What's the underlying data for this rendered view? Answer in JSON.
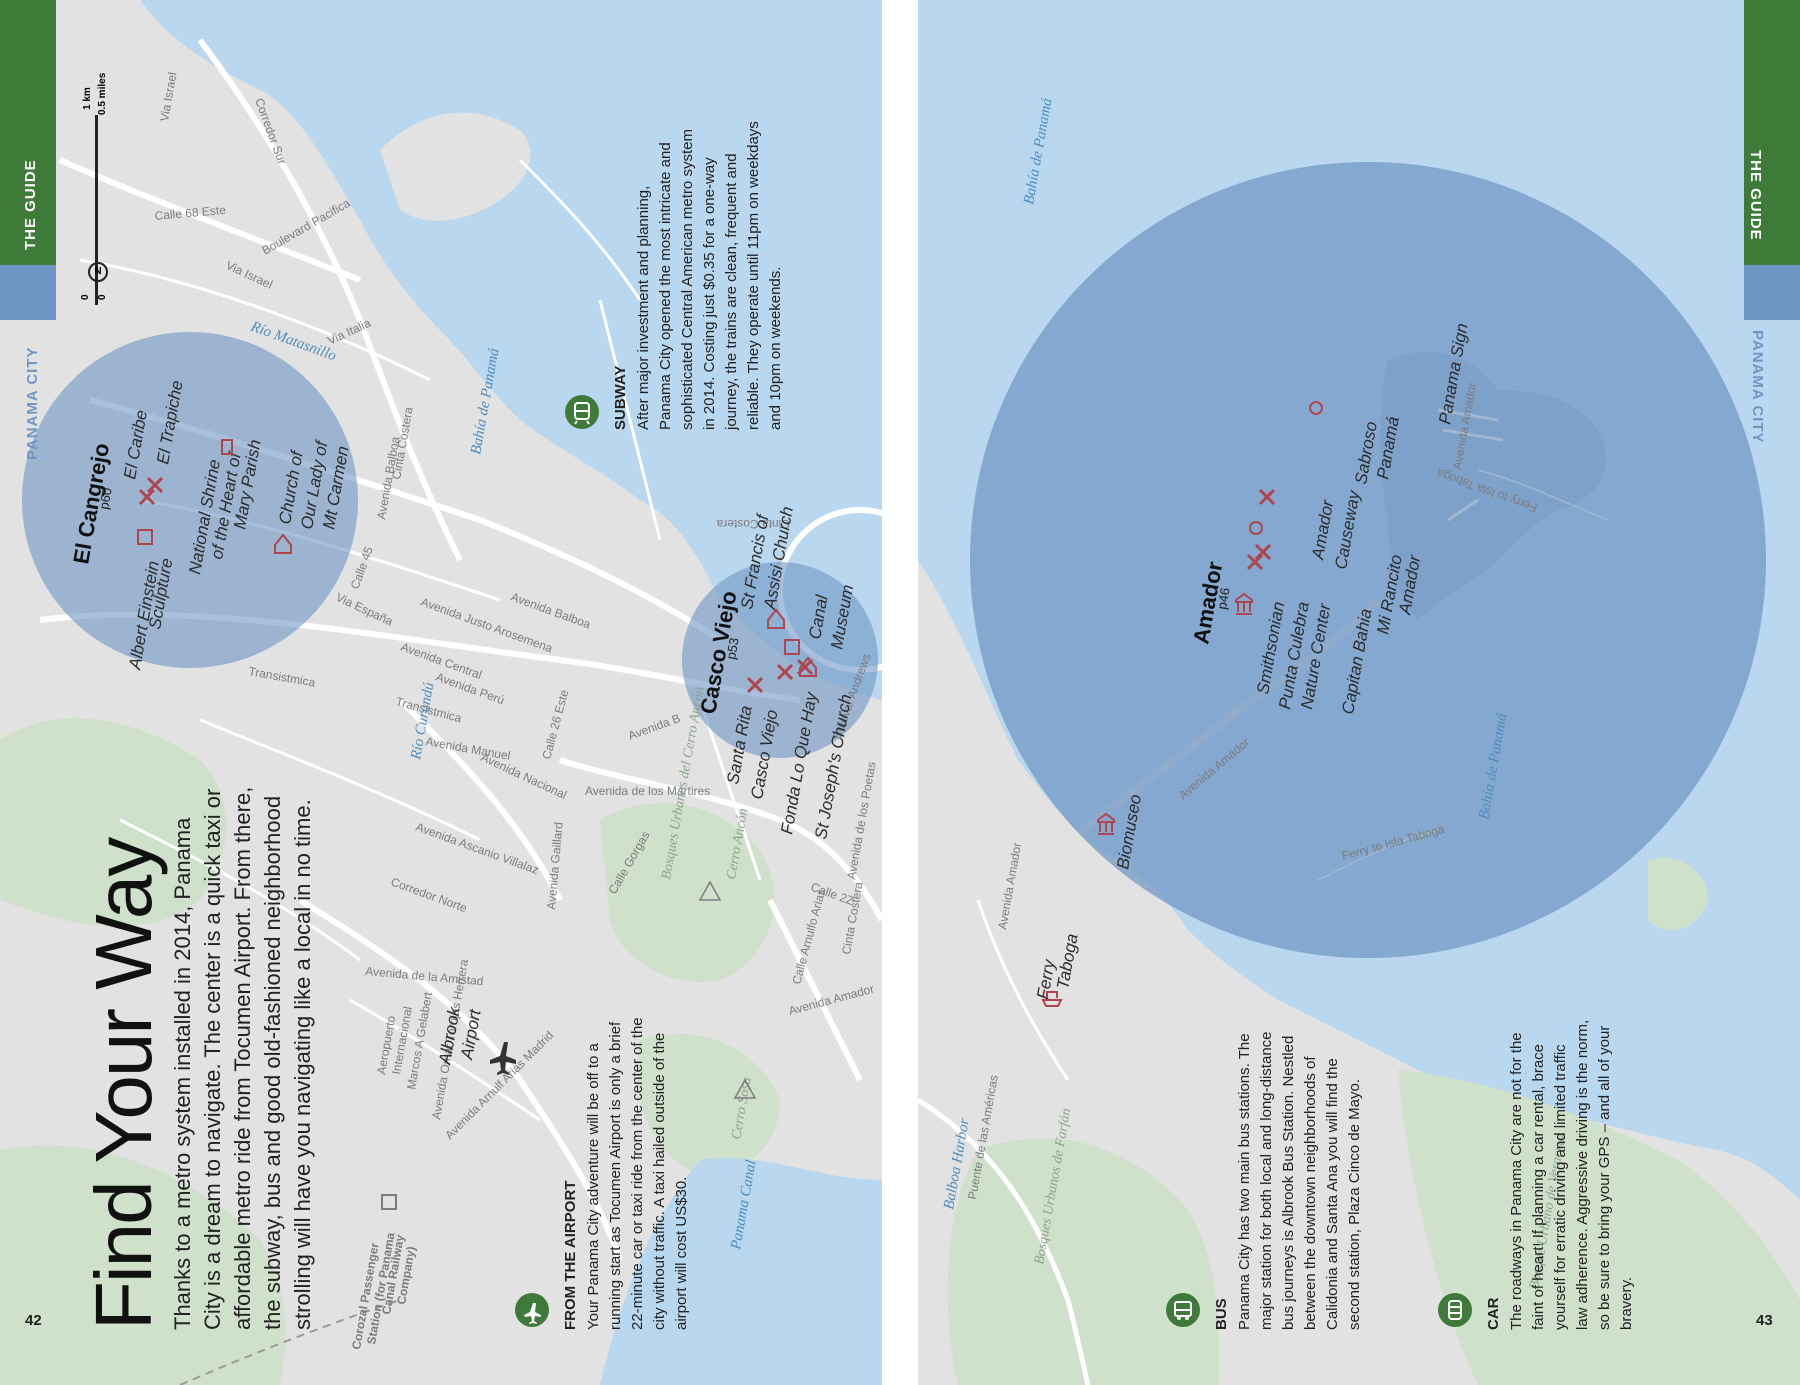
{
  "colors": {
    "water": "#b9d7ee",
    "land": "#e2e2e2",
    "park": "#cfe0cb",
    "road": "#ffffff",
    "circle": "#6f96c4",
    "green": "#3e7a38",
    "poi_icon": "#b0454d"
  },
  "left": {
    "section_tab": "THE GUIDE",
    "city_tab": "PANAMA CITY",
    "page_number": "42",
    "title": "Find Your Way",
    "intro_lines": [
      "Thanks to a metro system installed in 2014, Panama",
      "City is a dream to navigate. The center is a quick taxi or",
      "affordable metro ride from Tocumen Airport. From there,",
      "the subway, bus and good old-fashioned neighborhood",
      "strolling will have you navigating like a local in no time."
    ],
    "scale": {
      "km": "1 km",
      "miles": "0.5 miles",
      "zero1": "0",
      "zero2": "0",
      "north": "N"
    },
    "airport": {
      "icon": "plane-icon",
      "heading": "FROM THE AIRPORT",
      "lines": [
        "Your Panama City adventure will be off to a",
        "running start as Tocumen Airport is only a brief",
        "22-minute car or taxi ride from the center of the",
        "city without traffic. A taxi hailed outside of the",
        "airport will cost US$30."
      ]
    },
    "subway": {
      "icon": "train-icon",
      "heading": "SUBWAY",
      "lines": [
        "After major investment and planning,",
        "Panama City opened the most intricate and",
        "sophisticated Central American metro system",
        "in 2014. Costing just $0.35 for a one-way",
        "journey, the trains are clean, frequent and",
        "reliable. They operate until 11pm on weekdays",
        "and 10pm on weekends."
      ]
    },
    "neighborhoods": [
      {
        "name": "El Cangrejo",
        "page": "p60"
      },
      {
        "name": "Casco Viejo",
        "page": "p53"
      }
    ],
    "pois": {
      "einstein": [
        "Albert Einstein",
        "Sculpture"
      ],
      "caribe": "El Caribe",
      "trapiche": "El Trapiche",
      "shrine": [
        "National Shrine",
        "of the Heart of",
        "Mary Parish"
      ],
      "carmen": [
        "Church of",
        "Our Lady of",
        "Mt Carmen"
      ],
      "santa_rita": "Santa Rita",
      "casco_viejo": "Casco Viejo",
      "fonda": "Fonda Lo Que Hay",
      "st_joseph": "St Joseph's Church",
      "st_francis": [
        "St Francis of",
        "Assisi Church"
      ],
      "canal_museum": [
        "Canal",
        "Museum"
      ],
      "albrook": [
        "Albrook",
        "Airport"
      ],
      "aeropuerto": [
        "Aeropuerto",
        "Internacional",
        "Marcos A Gelabert"
      ],
      "corozal": [
        "Corozal Passenger",
        "Station (for Panama",
        "Canal Railway",
        "Company)"
      ]
    },
    "streets": [
      "Corredor Sur",
      "Via Israel",
      "Calle 68 Este",
      "Boulevard Pacifica",
      "Via Israel",
      "Via Italia",
      "Avenida Balboa",
      "Cinta Costera",
      "Calle 45",
      "Via España",
      "Avenida Justo Arosemena",
      "Avenida Balboa",
      "Transistmica",
      "Avenida Central",
      "Avenida Perú",
      "Transistmica",
      "Calle 26 Este",
      "Avenida Manuel",
      "Avenida Nacional",
      "Avenida B",
      "Avenida de los Mártires",
      "Avenida Ascanio Villalaz",
      "Corredor Norte",
      "Avenida Gaillard",
      "Calle Gorgas",
      "Avenida de la Amistad",
      "Calle Arnulfo Arias",
      "Avenida Amador",
      "Calle 2Z",
      "Avenida de los Poetas",
      "Cinta Costera",
      "Cinta Costera",
      "Bulevar Andrews",
      "Avenida Omar Torrijos Herrera",
      "Avenida Arnulf Arias Madrid"
    ],
    "water_labels": [
      "Río Matasnillo",
      "Bahía de Panamá",
      "Río Curundú",
      "Panama Canal"
    ],
    "park_labels": [
      "Bosques Urbanos del Cerro Ancón",
      "Cerro Ancón",
      "Cerro Sosa"
    ]
  },
  "right": {
    "section_tab": "THE GUIDE",
    "city_tab": "PANAMA CITY",
    "page_number": "43",
    "neighborhood": {
      "name": "Amador",
      "page": "p46"
    },
    "pois": {
      "biomuseo": "Biomuseo",
      "smithsonian": [
        "Smithsonian",
        "Punta Culebra",
        "Nature Center"
      ],
      "causeway": [
        "Amador",
        "Causeway"
      ],
      "capitan": "Capitan Bahia",
      "rancito": [
        "Mi Rancito",
        "Amador"
      ],
      "sabroso": [
        "Sabroso",
        "Panamá"
      ],
      "sign": "Panama Sign",
      "ferry": [
        "Ferry",
        "Taboga"
      ]
    },
    "streets": [
      "Avenida Amador",
      "Avenida Amador",
      "Puente de las Américas",
      "Avenida Amador",
      "Ferry to Isla Taboga",
      "Ferry to Isla Taboga"
    ],
    "water_labels": [
      "Bahía de Panamá",
      "Bahía de Panamá",
      "Balboa Harbor"
    ],
    "park_labels": [
      "Bosques Urbanos de Farfán",
      "Bosque Urbano de Veracruz"
    ],
    "bus": {
      "icon": "bus-icon",
      "heading": "BUS",
      "lines": [
        "Panama City has two main bus stations. The",
        "major station for both local and long-distance",
        "bus journeys is Albrook Bus Station. Nestled",
        "between the downtown neighborhoods of",
        "Calidonia and Santa Ana you will find the",
        "second station, Plaza Cinco de Mayo."
      ]
    },
    "car": {
      "icon": "car-icon",
      "heading": "CAR",
      "lines": [
        "The roadways in Panama City are not for the",
        "faint of heart! If planning a car rental, brace",
        "yourself for erratic driving and limited traffic",
        "law adherence. Aggressive driving is the norm,",
        "so be sure to bring your GPS – and all of your",
        "bravery."
      ]
    }
  }
}
